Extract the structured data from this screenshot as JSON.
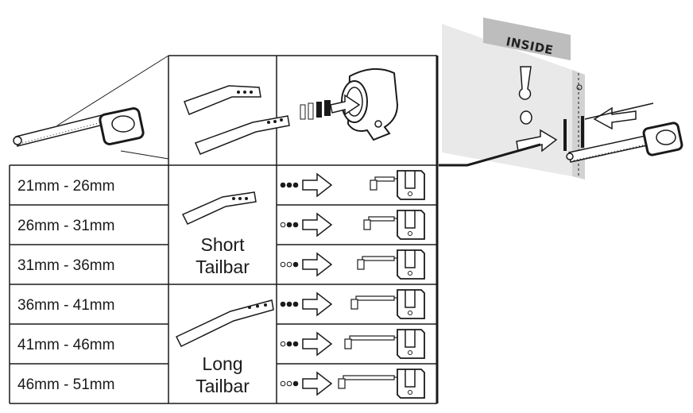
{
  "door_label": "INSIDE",
  "tailbar_groups": [
    {
      "word1": "Short",
      "word2": "Tailbar",
      "icon": "short-tailbar-icon"
    },
    {
      "word1": "Long",
      "word2": "Tailbar",
      "icon": "long-tailbar-icon"
    }
  ],
  "rows": [
    {
      "range": "21mm - 26mm",
      "dots": [
        1,
        1,
        1
      ],
      "group": 0
    },
    {
      "range": "26mm - 31mm",
      "dots": [
        0,
        1,
        1
      ],
      "group": 0
    },
    {
      "range": "31mm - 36mm",
      "dots": [
        0,
        0,
        1
      ],
      "group": 0
    },
    {
      "range": "36mm - 41mm",
      "dots": [
        1,
        1,
        1
      ],
      "group": 1
    },
    {
      "range": "41mm - 46mm",
      "dots": [
        0,
        1,
        1
      ],
      "group": 1
    },
    {
      "range": "46mm - 51mm",
      "dots": [
        0,
        0,
        1
      ],
      "group": 1
    }
  ],
  "colors": {
    "ink": "#1a1a1a",
    "door": "#e6e6e6",
    "door_shadow": "#cfcfcf",
    "label_bg": "#bdbdbd"
  }
}
